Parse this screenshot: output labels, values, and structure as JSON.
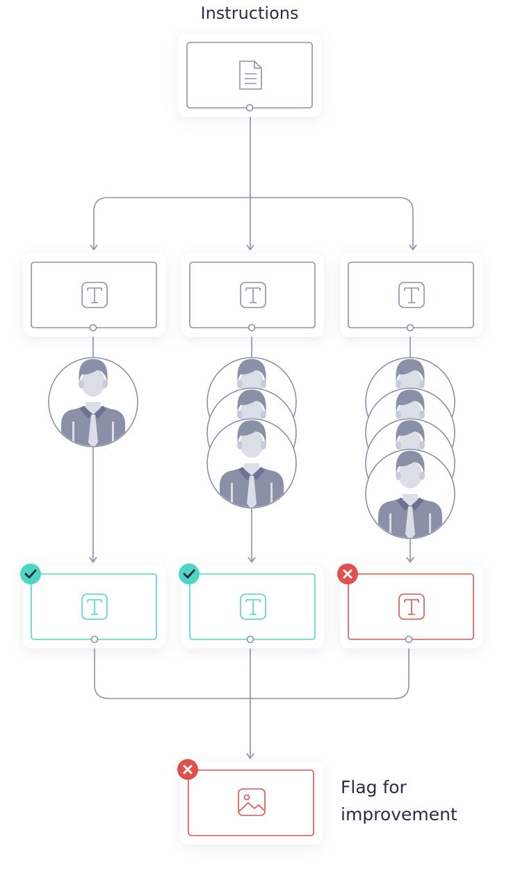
{
  "diagram": {
    "title": "Instructions",
    "flag_line1": "Flag for",
    "flag_line2": "improvement"
  },
  "colors": {
    "neutral": "#8a90a8",
    "success": "#4fd6c3",
    "error": "#e0504f",
    "dark": "#2d2a4a",
    "avatar": "#8a90a8"
  },
  "nodes": {
    "instructions": {
      "icon": "document-icon"
    },
    "tasks": [
      {
        "icon": "text-icon",
        "workers": 1,
        "result": "success"
      },
      {
        "icon": "text-icon",
        "workers": 3,
        "result": "success"
      },
      {
        "icon": "text-icon",
        "workers": 4,
        "result": "error"
      }
    ],
    "final": {
      "icon": "image-icon",
      "result": "error"
    }
  }
}
